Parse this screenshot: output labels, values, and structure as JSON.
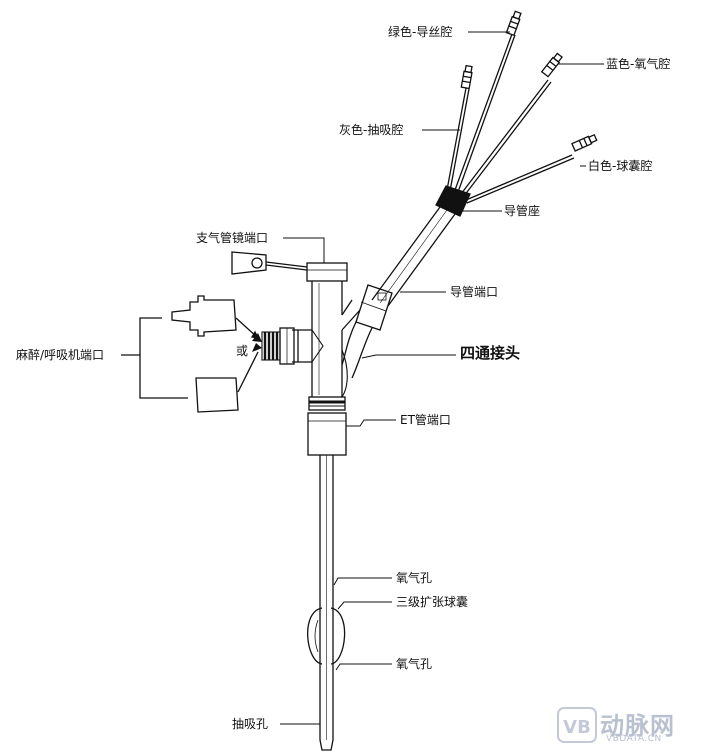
{
  "labels": {
    "green_guidewire": "绿色-导丝腔",
    "blue_oxygen": "蓝色-氧气腔",
    "gray_suction": "灰色-抽吸腔",
    "white_balloon": "白色-球囊腔",
    "catheter_hub": "导管座",
    "bronchoscope_port": "支气管镜端口",
    "catheter_port": "导管端口",
    "anesthesia_port": "麻醉/呼吸机端口",
    "or_text": "或",
    "four_way_connector": "四通接头",
    "et_tube_port": "ET管端口",
    "oxygen_hole_upper": "氧气孔",
    "three_stage_balloon": "三级扩张球囊",
    "oxygen_hole_lower": "氧气孔",
    "suction_hole": "抽吸孔"
  },
  "watermark": {
    "name": "动脉网",
    "url": "VBDATA.CN",
    "logo": "VB"
  }
}
